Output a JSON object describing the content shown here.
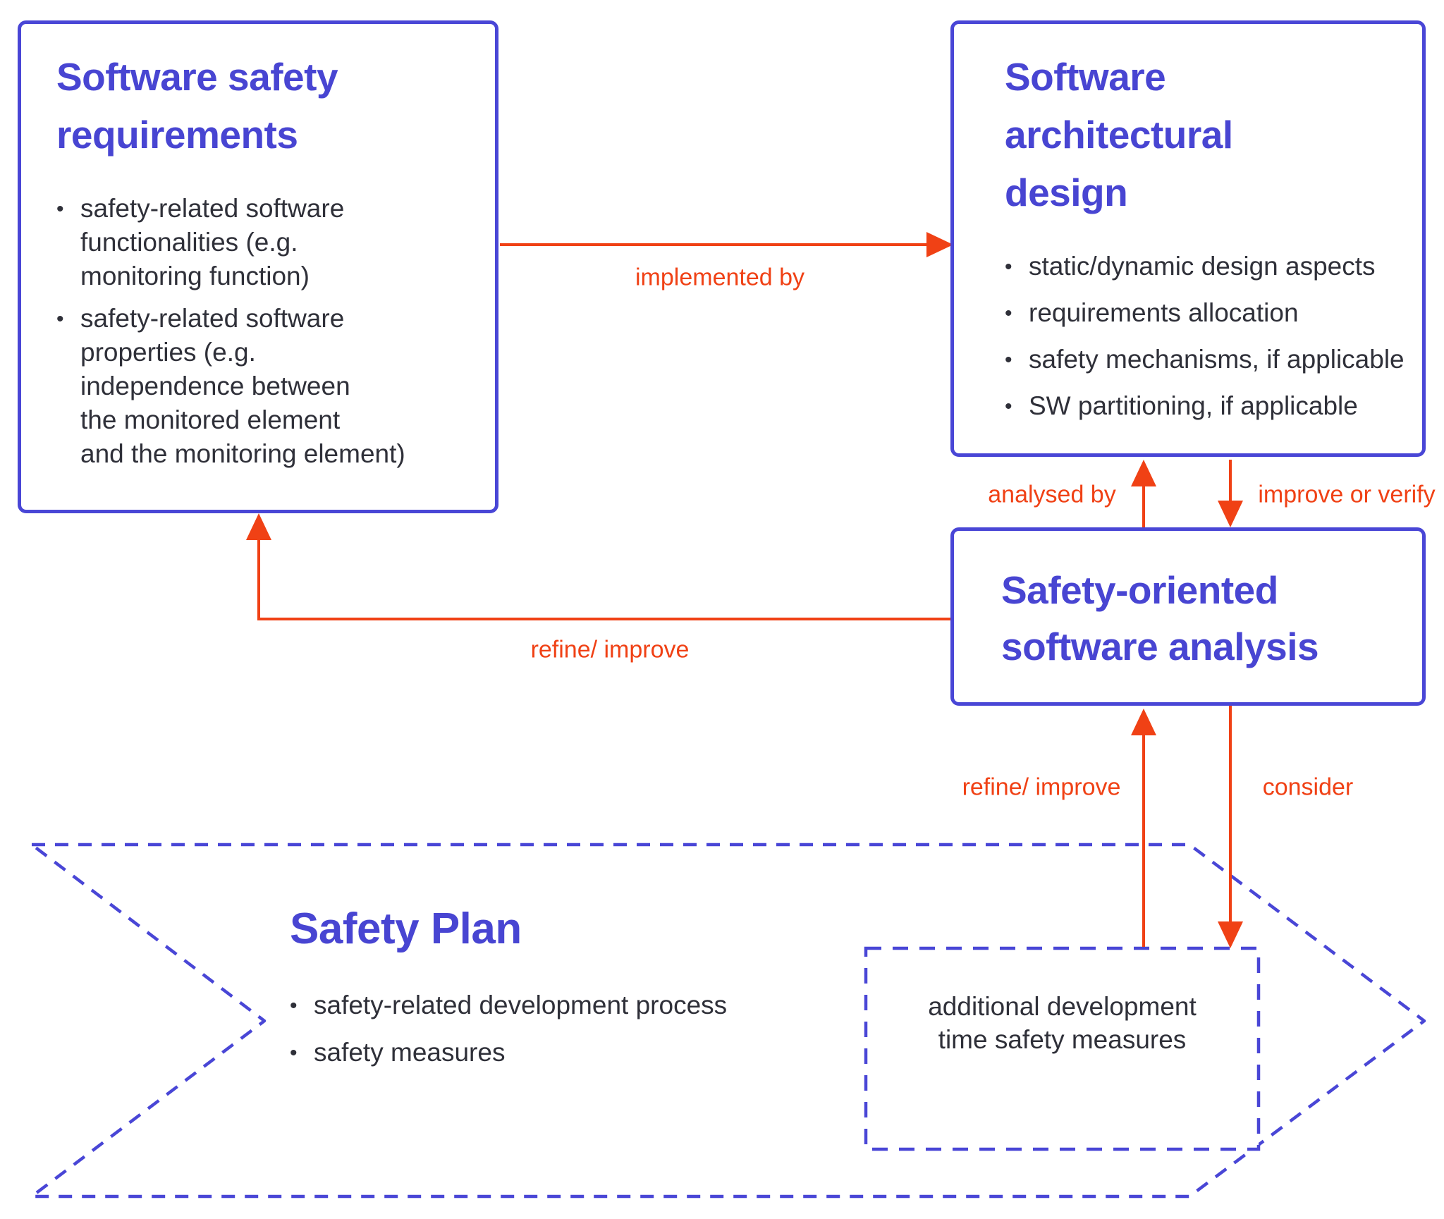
{
  "colors": {
    "accent_blue": "#4845d2",
    "border_blue": "#4946d6",
    "arrow_orange": "#f04115",
    "body_text": "#2f3039",
    "background": "#ffffff"
  },
  "boxes": {
    "requirements": {
      "title": "Software safety\nrequirements",
      "bullets": [
        "safety-related software\nfunctionalities (e.g.\nmonitoring function)",
        "safety-related software\nproperties (e.g.\nindependence between\nthe monitored element\nand the monitoring element)"
      ]
    },
    "architecture": {
      "title": "Software\narchitectural\ndesign",
      "bullets": [
        "static/dynamic design aspects",
        "requirements allocation",
        "safety mechanisms, if applicable",
        "SW partitioning, if applicable"
      ]
    },
    "analysis": {
      "title": "Safety-oriented\nsoftware analysis"
    }
  },
  "labels": {
    "implemented_by": "implemented by",
    "analysed_by": "analysed by",
    "improve_or_verify": "improve or verify",
    "refine_improve_left": "refine/ improve",
    "refine_improve_bottom": "refine/ improve",
    "consider": "consider"
  },
  "plan": {
    "title": "Safety Plan",
    "bullets": [
      "safety-related development process",
      "safety measures"
    ],
    "note": "additional development\ntime safety measures"
  }
}
